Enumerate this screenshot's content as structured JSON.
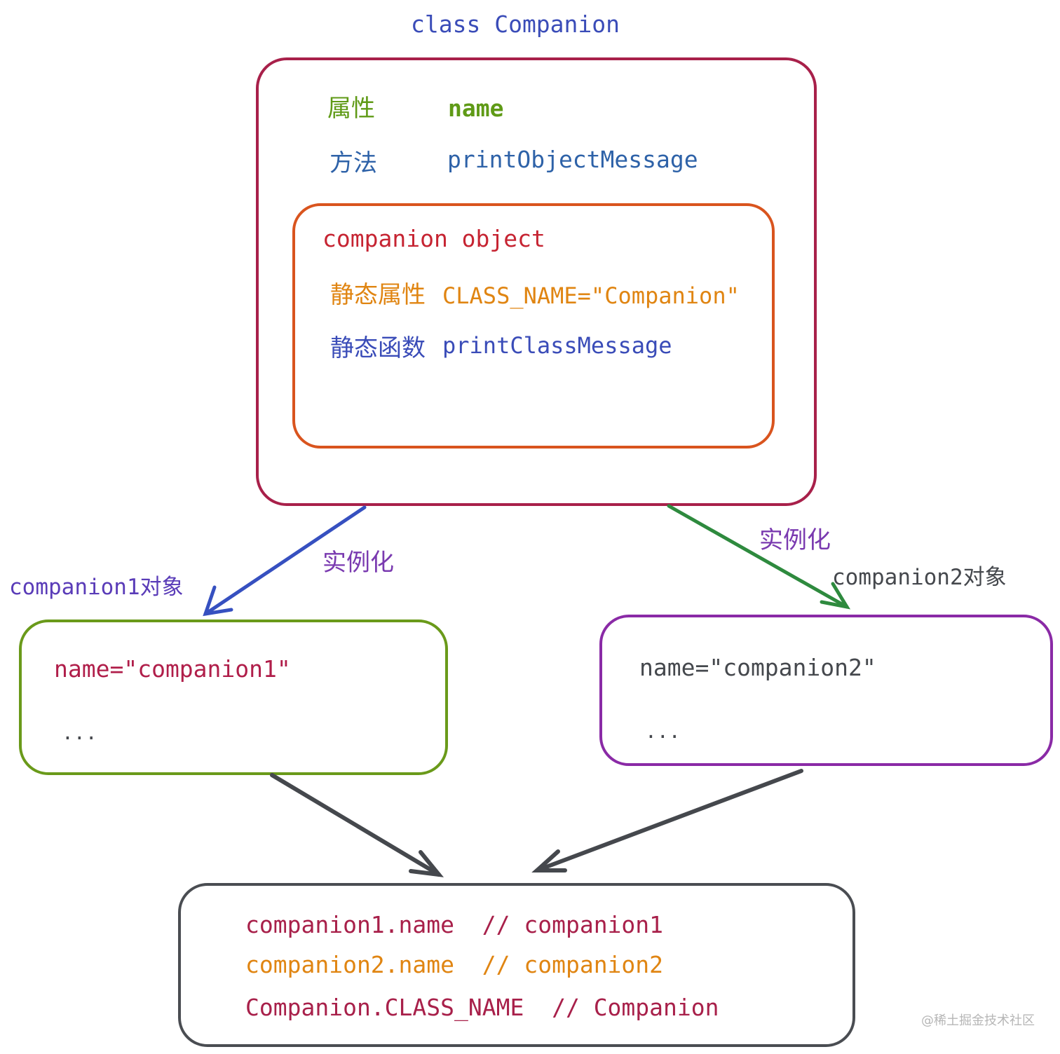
{
  "class_box": {
    "title": "class Companion",
    "property_label": "属性",
    "property_value": "name",
    "method_label": "方法",
    "method_value": "printObjectMessage"
  },
  "companion_object": {
    "title": "companion object",
    "static_property_label": "静态属性",
    "static_property_value": "CLASS_NAME=\"Companion\"",
    "static_function_label": "静态函数",
    "static_function_value": "printClassMessage"
  },
  "instantiate_label": "实例化",
  "object1": {
    "label": "companion1对象",
    "field": "name=\"companion1\"",
    "ellipsis": "..."
  },
  "object2": {
    "label": "companion2对象",
    "field": "name=\"companion2\"",
    "ellipsis": "..."
  },
  "result_box": {
    "lines": [
      "companion1.name  // companion1",
      "companion2.name  // companion2",
      "Companion.CLASS_NAME  // Companion"
    ]
  },
  "watermark": "@稀土掘金技术社区",
  "colors": {
    "class_border": "#a8204a",
    "companion_border": "#d9541e",
    "object1_border": "#6a9a1a",
    "object2_border": "#8a2aa6",
    "result_border": "#4a4d52",
    "arrow_left": "#3650c0",
    "arrow_right": "#2e8a3e",
    "arrow_bottom": "#45484d",
    "title_blue": "#3a4cb8",
    "property_green": "#5f9a16",
    "method_blue": "#2e62a8",
    "companion_red": "#c62432",
    "static_orange": "#e08512",
    "static_blue": "#3a4cb8",
    "instantiate_purple": "#7a3ab0",
    "object1_label": "#5a3cb8",
    "object_field_red": "#b01e4a",
    "object2_text": "#45484d",
    "result_red": "#a8204a",
    "result_orange": "#e08512"
  }
}
